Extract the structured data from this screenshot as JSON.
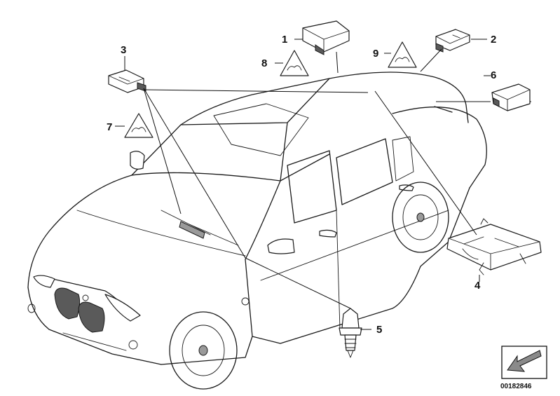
{
  "callouts": [
    {
      "id": "1",
      "label": "1"
    },
    {
      "id": "2",
      "label": "2"
    },
    {
      "id": "3",
      "label": "3"
    },
    {
      "id": "4",
      "label": "4"
    },
    {
      "id": "5",
      "label": "5"
    },
    {
      "id": "6",
      "label": "6"
    },
    {
      "id": "7",
      "label": "7"
    },
    {
      "id": "8",
      "label": "8"
    },
    {
      "id": "9",
      "label": "9"
    }
  ],
  "diagram_code": "00182846"
}
